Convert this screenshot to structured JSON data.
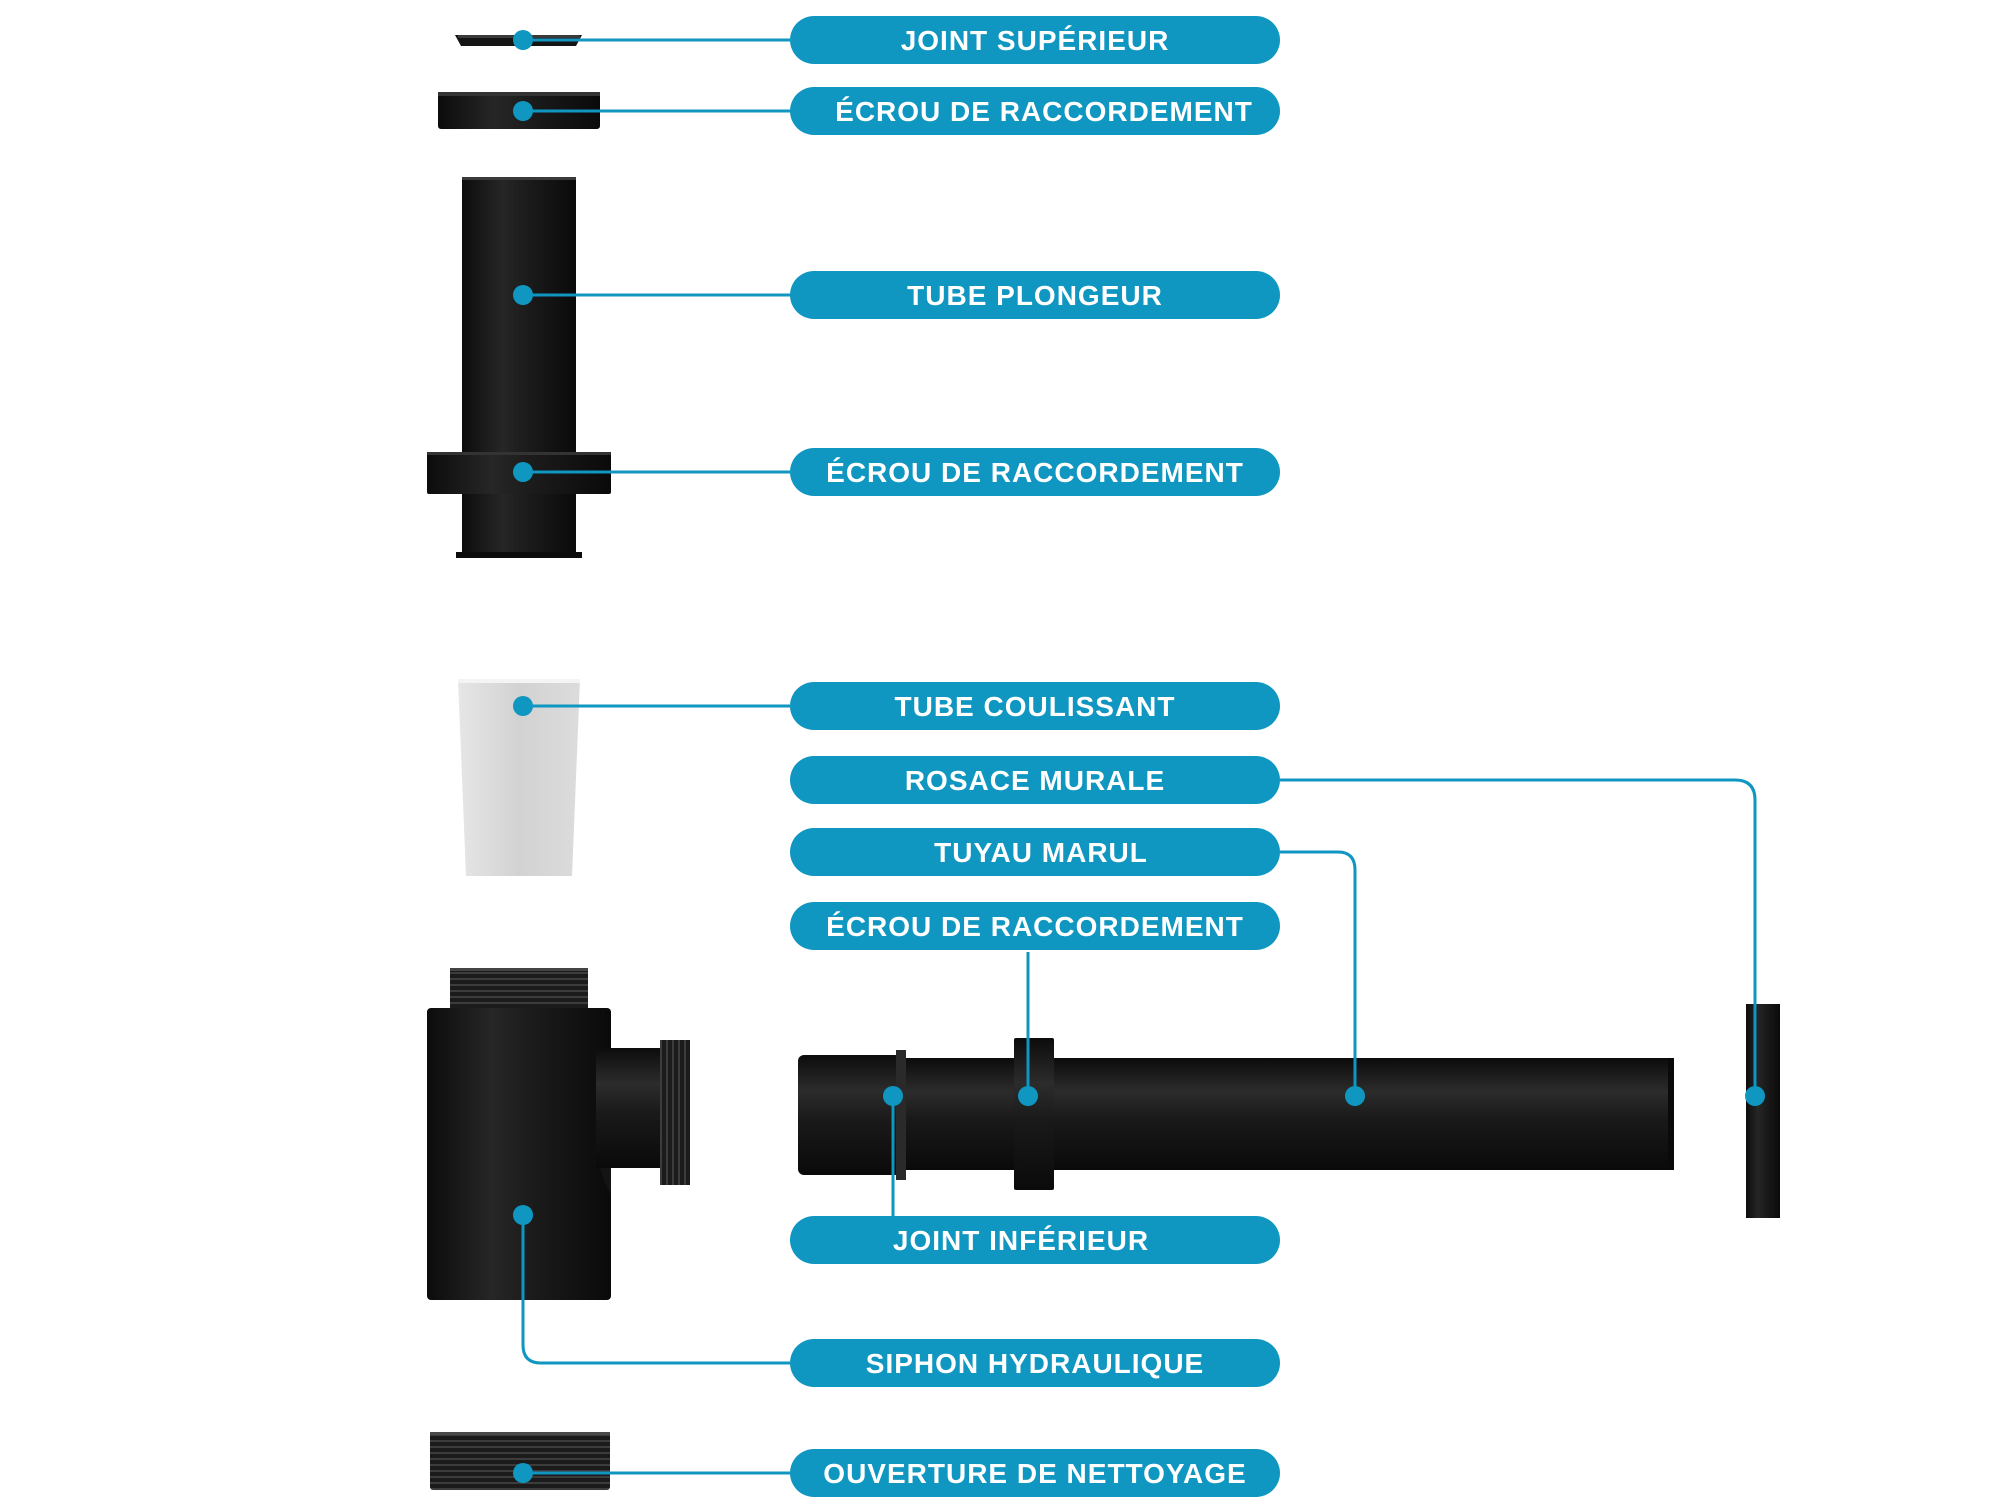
{
  "colors": {
    "accent": "#0f96c1",
    "part_black": "#151515",
    "part_highlight": "#3a3a3a",
    "sliding_tube": "#dcdcdc",
    "label_text": "#ffffff",
    "background": "#ffffff"
  },
  "labels": {
    "joint_superieur": "JOINT SUPÉRIEUR",
    "ecrou_raccordement_1": "ÉCROU DE RACCORDEMENT",
    "tube_plongeur": "TUBE PLONGEUR",
    "ecrou_raccordement_2": "ÉCROU DE RACCORDEMENT",
    "tube_coulissant": "TUBE COULISSANT",
    "rosace_murale": "ROSACE MURALE",
    "tuyau_marul": "TUYAU MARUL",
    "ecrou_raccordement_3": "ÉCROU DE RACCORDEMENT",
    "joint_inferieur": "JOINT INFÉRIEUR",
    "siphon_hydraulique": "SIPHON HYDRAULIQUE",
    "ouverture_nettoyage": "OUVERTURE DE NETTOYAGE"
  }
}
